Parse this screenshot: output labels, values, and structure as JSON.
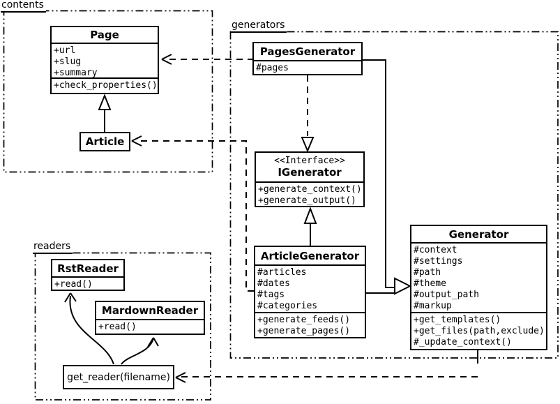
{
  "packages": {
    "contents": {
      "label": "contents"
    },
    "generators": {
      "label": "generators"
    },
    "readers": {
      "label": "readers"
    }
  },
  "classes": {
    "page": {
      "title": "Page",
      "attributes": [
        "+url",
        "+slug",
        "+summary"
      ],
      "methods": [
        "+check_properties()"
      ]
    },
    "article": {
      "title": "Article"
    },
    "pages_generator": {
      "title": "PagesGenerator",
      "attributes": [
        "#pages"
      ]
    },
    "igenerator": {
      "stereotype": "<<Interface>>",
      "title": "IGenerator",
      "methods": [
        "+generate_context()",
        "+generate_output()"
      ]
    },
    "article_generator": {
      "title": "ArticleGenerator",
      "attributes": [
        "#articles",
        "#dates",
        "#tags",
        "#categories"
      ],
      "methods": [
        "+generate_feeds()",
        "+generate_pages()"
      ]
    },
    "generator": {
      "title": "Generator",
      "attributes": [
        "#context",
        "#settings",
        "#path",
        "#theme",
        "#output_path",
        "#markup"
      ],
      "methods": [
        "+get_templates()",
        "+get_files(path,exclude)",
        "#_update_context()"
      ]
    },
    "rst_reader": {
      "title": "RstReader",
      "methods": [
        "+read()"
      ]
    },
    "mardown_reader": {
      "title": "MardownReader",
      "methods": [
        "+read()"
      ]
    },
    "get_reader": {
      "title": "get_reader(filename)"
    }
  },
  "relationships": [
    {
      "from": "Article",
      "to": "Page",
      "type": "inheritance"
    },
    {
      "from": "PagesGenerator",
      "to": "Page",
      "type": "dependency"
    },
    {
      "from": "ArticleGenerator",
      "to": "Article",
      "type": "dependency"
    },
    {
      "from": "PagesGenerator",
      "to": "IGenerator",
      "type": "realization"
    },
    {
      "from": "ArticleGenerator",
      "to": "IGenerator",
      "type": "inheritance"
    },
    {
      "from": "PagesGenerator",
      "to": "Generator",
      "type": "inheritance"
    },
    {
      "from": "ArticleGenerator",
      "to": "Generator",
      "type": "inheritance"
    },
    {
      "from": "Generator",
      "to": "get_reader(filename)",
      "type": "dependency"
    },
    {
      "from": "get_reader(filename)",
      "to": "RstReader",
      "type": "association"
    },
    {
      "from": "get_reader(filename)",
      "to": "MardownReader",
      "type": "association"
    }
  ],
  "colors": {
    "line": "#000000",
    "background": "#ffffff"
  }
}
